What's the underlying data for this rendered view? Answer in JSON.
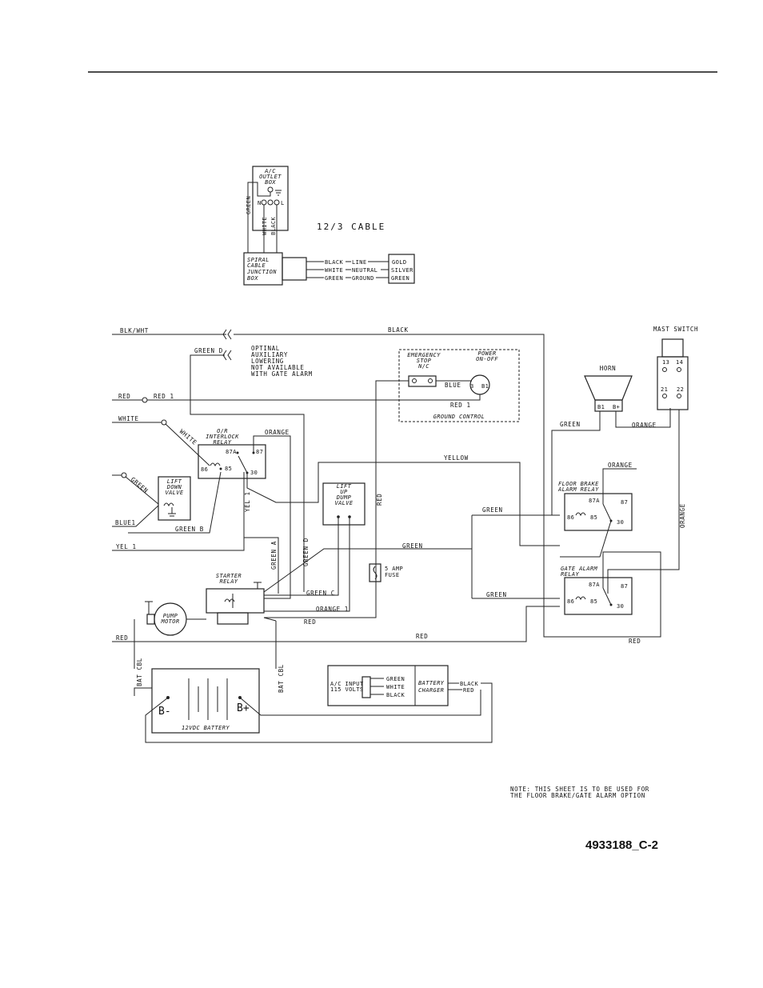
{
  "doc_id": "4933188_C-2",
  "note": [
    "NOTE: THIS SHEET IS TO BE USED FOR",
    "THE FLOOR BRAKE/GATE ALARM OPTION"
  ],
  "outlet": {
    "box": [
      "A/C",
      "OUTLET",
      "BOX"
    ],
    "wire_green": "GREEN",
    "wire_white": "WHITE",
    "wire_black": "BLACK",
    "cable": "12/3 CABLE",
    "junction": [
      "SPIRAL",
      "CABLE",
      "JUNCTION",
      "BOX"
    ],
    "rows": [
      {
        "wire": "BLACK",
        "fn": "LINE",
        "term": "GOLD"
      },
      {
        "wire": "WHITE",
        "fn": "NEUTRAL",
        "term": "SILVER"
      },
      {
        "wire": "GREEN",
        "fn": "GROUND",
        "term": "GREEN"
      }
    ]
  },
  "main": {
    "blk_wht": "BLK/WHT",
    "black": "BLACK",
    "green_d": "GREEN D",
    "optional": [
      "OPTINAL",
      "AUXILIARY",
      "LOWERING",
      "NOT AVAILABLE",
      "WITH GATE ALARM"
    ],
    "red": "RED",
    "red1": "RED 1",
    "white": "WHITE",
    "green": "GREEN",
    "blue1": "BLUE1",
    "yel1": "YEL 1",
    "green_b": "GREEN B",
    "green_a": "GREEN A",
    "green_c": "GREEN C",
    "orange": "ORANGE",
    "orange1": "ORANGE 1",
    "yellow": "YELLOW",
    "blue": "BLUE",
    "fuse": [
      "5 AMP",
      "FUSE"
    ],
    "mast_switch": "MAST SWITCH",
    "horn": "HORN",
    "horn_b1": "B1",
    "horn_bplus": "B+",
    "bat_cbl": "BAT CBL",
    "ground_control": "GROUND CONTROL",
    "emergency": [
      "EMERGENCY",
      "STOP",
      "N/C"
    ],
    "power": [
      "POWER",
      "ON-OFF"
    ],
    "interlock": [
      "O/R",
      "INTERLOCK",
      "RELAY"
    ],
    "lift_down": [
      "LIFT",
      "DOWN",
      "VALVE"
    ],
    "lift_up": [
      "LIFT",
      "UP",
      "DUMP",
      "VALVE"
    ],
    "starter": [
      "STARTER",
      "RELAY"
    ],
    "pump": [
      "PUMP",
      "MOTOR"
    ],
    "floor_brake": [
      "FLOOR BRAKE",
      "ALARM RELAY"
    ],
    "gate_alarm": [
      "GATE ALARM",
      "RELAY"
    ],
    "battery": "12VDC BATTERY",
    "b_minus": "B-",
    "b_plus": "B+",
    "ac_input": [
      "A/C INPUT",
      "115 VOLTS"
    ],
    "charger": [
      "BATTERY",
      "CHARGER"
    ],
    "terms": {
      "t86": "86",
      "t87a": "87A",
      "t85": "85",
      "t87": "87",
      "t30": "30",
      "t13": "13",
      "t14": "14",
      "t21": "21",
      "t22": "22",
      "t3": "3",
      "tb1": "B1"
    }
  }
}
